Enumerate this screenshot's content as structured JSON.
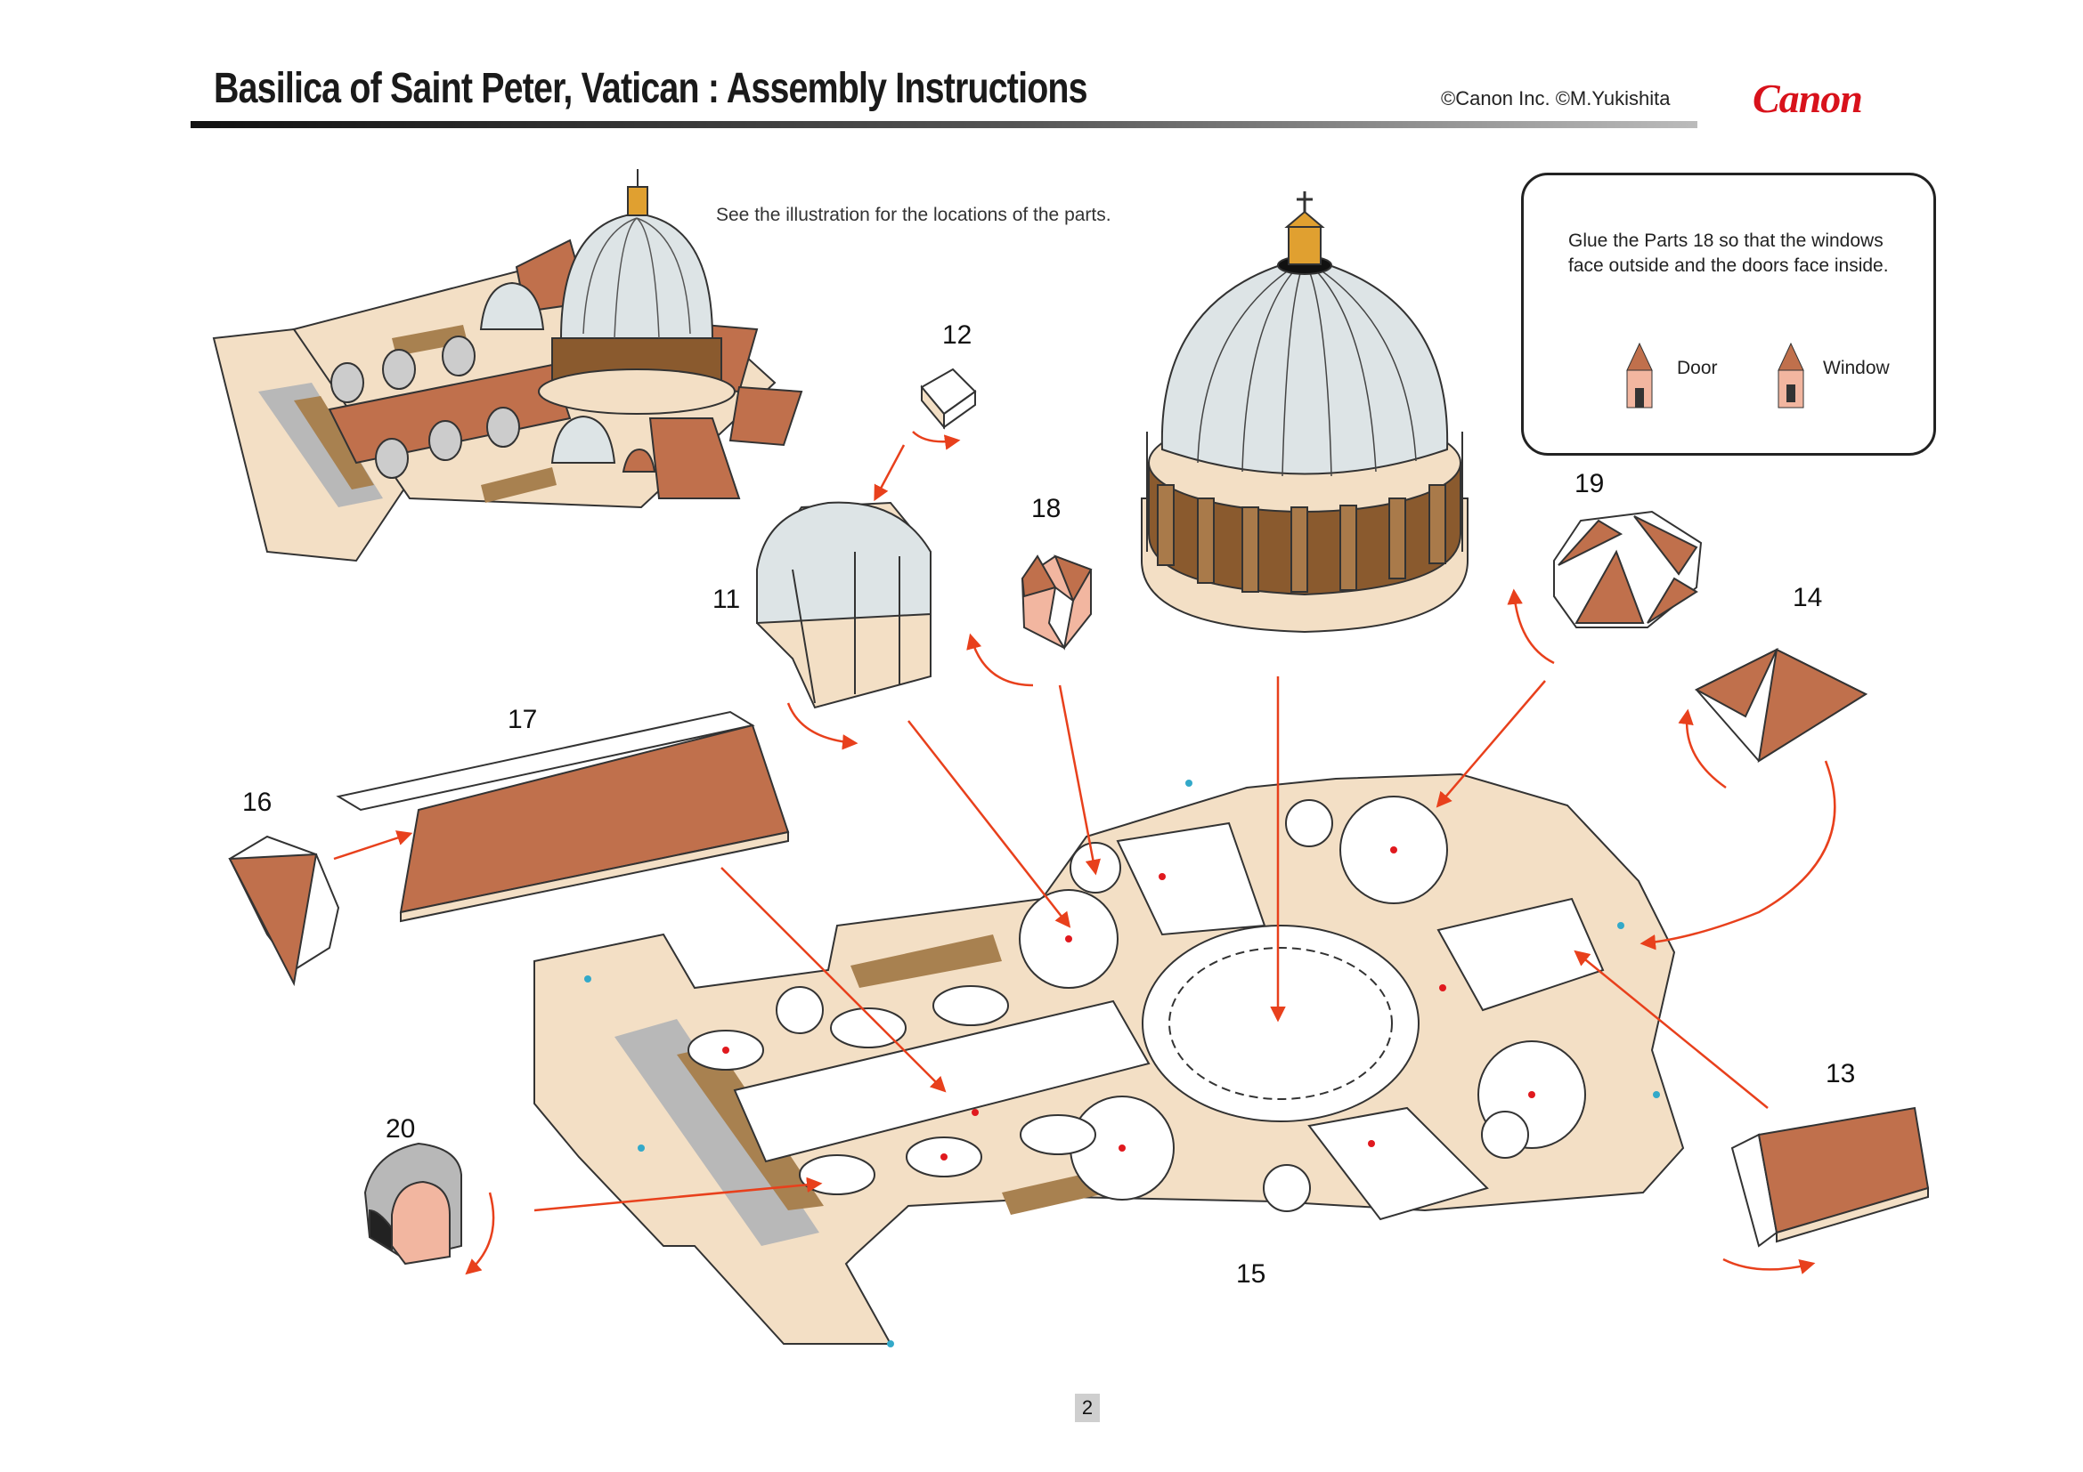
{
  "header": {
    "title": "Basilica of Saint Peter, Vatican : Assembly Instructions",
    "copyright": "©Canon Inc. ©M.Yukishita",
    "logo": "Canon"
  },
  "note": "See the illustration for the locations of the parts.",
  "infobox": {
    "line1": "Glue the Parts 18 so that the windows",
    "line2": "face outside and the doors face inside.",
    "legend": [
      {
        "label": "Door",
        "icon": "door-tower-icon"
      },
      {
        "label": "Window",
        "icon": "window-tower-icon"
      }
    ]
  },
  "parts": {
    "p11": "11",
    "p12": "12",
    "p13": "13",
    "p14": "14",
    "p15": "15",
    "p16": "16",
    "p17": "17",
    "p18": "18",
    "p19": "19",
    "p20": "20"
  },
  "page_number": "2",
  "colors": {
    "roof": "#c0704c",
    "base": "#f3dfc5",
    "dome": "#dde4e6",
    "drum": "#8a5a2e",
    "arrow": "#e8401c",
    "logo": "#d8121b",
    "dot_red": "#e0191e",
    "dot_cyan": "#33a9c9"
  }
}
